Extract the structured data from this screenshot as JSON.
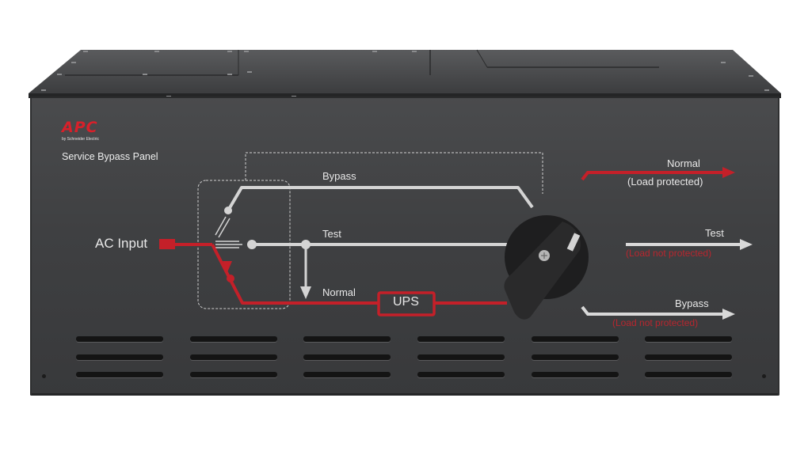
{
  "brand": {
    "logo": "APC",
    "tagline": "by Schneider Electric",
    "product_name": "Service Bypass Panel"
  },
  "diagram": {
    "input_label": "AC Input",
    "bypass_label": "Bypass",
    "test_label": "Test",
    "normal_label": "Normal",
    "ups_label": "UPS"
  },
  "legend": [
    {
      "mode": "Normal",
      "note": "(Load protected)",
      "arrow_color": "#c42029",
      "note_color": "#e8e8e8"
    },
    {
      "mode": "Test",
      "note": "(Load not protected)",
      "arrow_color": "#d9d9d9",
      "note_color": "#b8262e"
    },
    {
      "mode": "Bypass",
      "note": "(Load not protected)",
      "arrow_color": "#d9d9d9",
      "note_color": "#b8262e"
    }
  ],
  "colors": {
    "accent_red": "#c42029",
    "line_grey": "#d4d4d4",
    "panel": "#404143"
  },
  "selector_switch": {
    "position": "Normal"
  }
}
